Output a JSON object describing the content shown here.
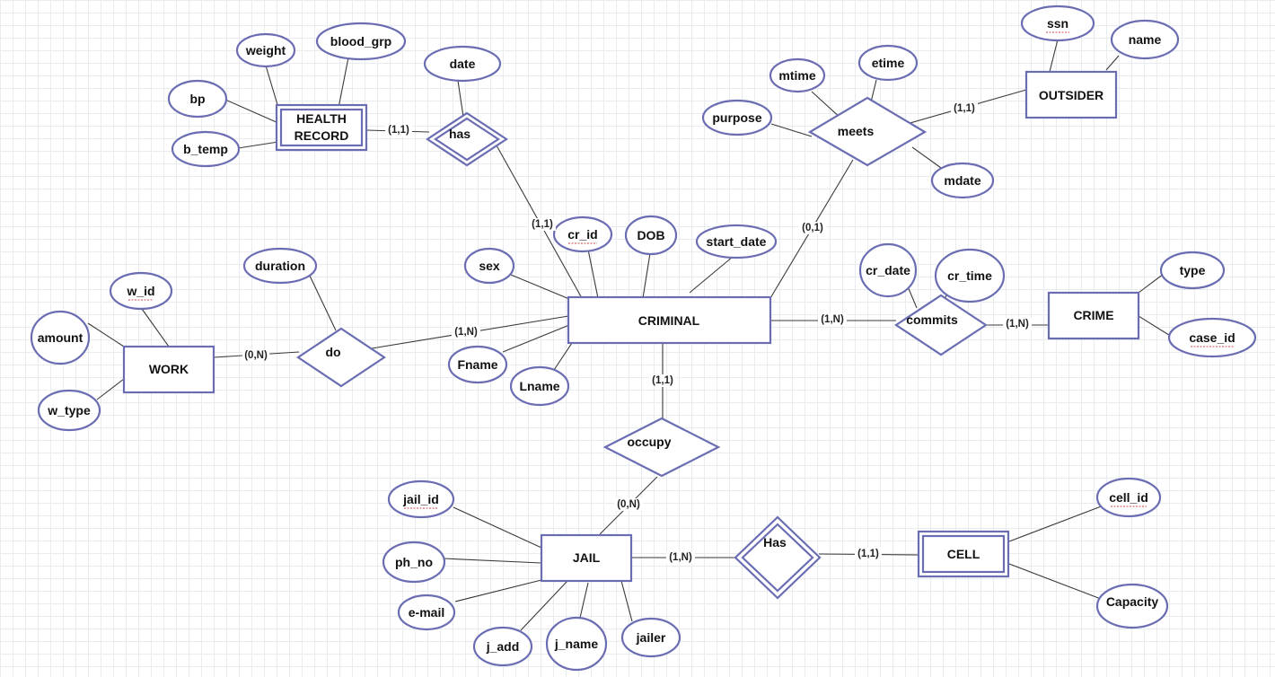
{
  "colors": {
    "shape_stroke": "#6b6db3",
    "edge": "#3a3a3a",
    "key_underline": "#d04a4a",
    "background": "#ffffff",
    "grid": "#e9ecef"
  },
  "entities": {
    "health_record": {
      "line1": "HEALTH",
      "line2": "RECORD"
    },
    "outsider": "OUTSIDER",
    "criminal": "CRIMINAL",
    "work": "WORK",
    "crime": "CRIME",
    "jail": "JAIL",
    "cell": "CELL"
  },
  "relationships": {
    "has": "has",
    "meets": "meets",
    "do": "do",
    "commits": "commits",
    "occupy": "occupy",
    "jail_has": "Has"
  },
  "attributes": {
    "weight": "weight",
    "blood_grp": "blood_grp",
    "bp": "bp",
    "b_temp": "b_temp",
    "date": "date",
    "mtime": "mtime",
    "etime": "etime",
    "purpose": "purpose",
    "mdate": "mdate",
    "ssn": "ssn",
    "name": "name",
    "cr_id": "cr_id",
    "dob": "DOB",
    "start_date": "start_date",
    "sex": "sex",
    "fname": "Fname",
    "lname": "Lname",
    "duration": "duration",
    "w_id": "w_id",
    "amount": "amount",
    "w_type": "w_type",
    "cr_date": "cr_date",
    "cr_time": "cr_time",
    "type": "type",
    "case_id": "case_id",
    "jail_id": "jail_id",
    "ph_no": "ph_no",
    "e_mail": "e-mail",
    "j_add": "j_add",
    "j_name": "j_name",
    "jailer": "jailer",
    "cell_id": "cell_id",
    "capacity": "Capacity"
  },
  "cardinalities": {
    "hr_has": "(1,1)",
    "has_criminal": "(1,1)",
    "criminal_meets": "(0,1)",
    "meets_outsider": "(1,1)",
    "work_do": "(0,N)",
    "do_criminal": "(1,N)",
    "criminal_commits": "(1,N)",
    "commits_crime": "(1,N)",
    "criminal_occupy": "(1,1)",
    "occupy_jail": "(0,N)",
    "jail_has": "(1,N)",
    "has_cell": "(1,1)"
  }
}
